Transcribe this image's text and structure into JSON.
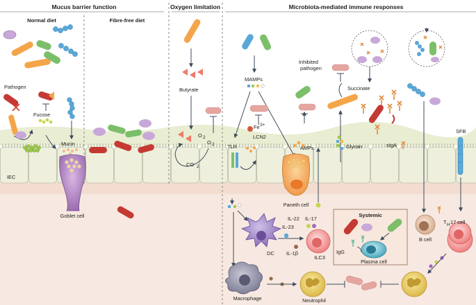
{
  "sections": {
    "mucus": "Mucus barrier function",
    "oxygen": "Oxygen limitation",
    "microbiota": "Microbiota-mediated immune responses"
  },
  "subsections": {
    "normal": "Normal diet",
    "fibre_free": "Fibre-free diet"
  },
  "labels": {
    "pathogen": "Pathogen",
    "fucose": "Fucose",
    "mucin": "Mucin",
    "iec": "IEC",
    "goblet": "Goblet cell",
    "butyrate": "Butyrate",
    "o2_a": "O",
    "o2_b": "O",
    "co2": "CO",
    "mamps": "MAMPs",
    "fe": "Fe",
    "fe_sup": "3+",
    "lcn2": "LCN2",
    "tlr": "TLR",
    "amps": "AMPs",
    "paneth": "Paneth cell",
    "inhibited_1": "Inhibited",
    "inhibited_2": "pathogen",
    "succinate": "Succinate",
    "glycan": "Glycan",
    "siga": "sIgA",
    "sfb": "SFB",
    "il22": "IL-22",
    "il17": "IL-17",
    "il23": "IL-23",
    "il1b": "IL-1β",
    "dc": "DC",
    "ilc3": "ILC3",
    "systemic": "Systemic",
    "igg": "IgG",
    "plasma": "Plasma cell",
    "bcell": "B cell",
    "th17": "T",
    "th17_sub": "H",
    "th17_rest": "17 cell",
    "macrophage": "Macrophage",
    "neutrophil": "Neutrophil"
  },
  "colors": {
    "lumen": "#ffffff",
    "mucus_layer": "#eef1dc",
    "epithelium": "#eef0dd",
    "epithelium_border": "#b9bda0",
    "lamina": "#f6e7df",
    "bacteria_orange": "#f4a54a",
    "bacteria_green": "#7cbf6a",
    "bacteria_purple": "#c8a8d8",
    "bacteria_blue": "#5aa8d8",
    "bacteria_red": "#c43a32",
    "goblet": "#b489c4",
    "paneth": "#f3a85a",
    "dc": "#9e86c8",
    "ilc3": "#f28a8a",
    "plasma": "#5ab8c8",
    "bcell": "#e6c7b0",
    "th17": "#f28a8a",
    "macrophage": "#8c8ca0",
    "neutrophil": "#e6c85a",
    "arrow": "#3d4a5c"
  }
}
